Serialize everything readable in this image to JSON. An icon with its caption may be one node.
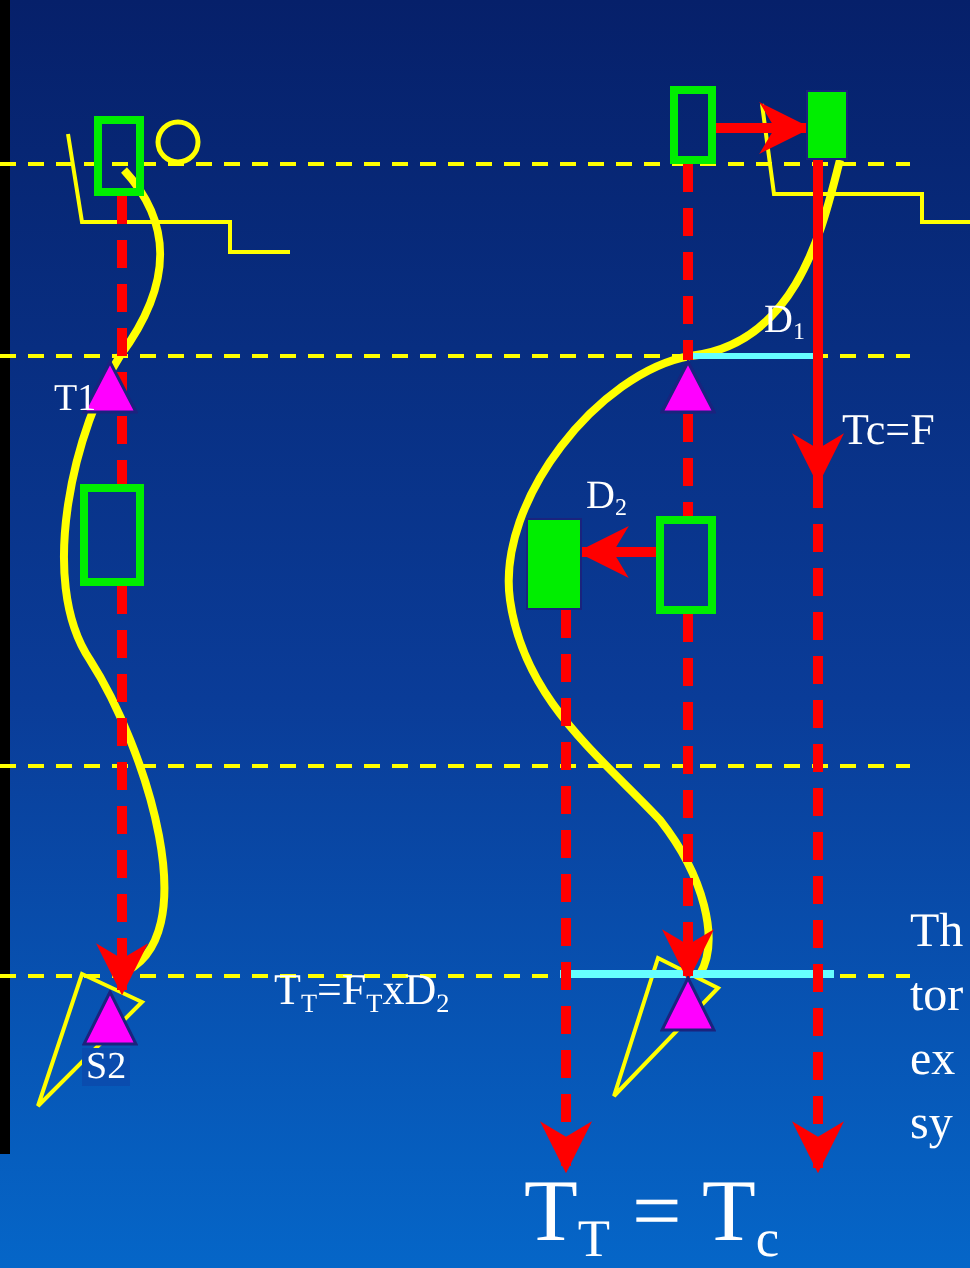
{
  "diagram": {
    "nodes": [
      {
        "text": [],
        "shape": "box"
      },
      {
        "text": [],
        "shape": "box"
      },
      {
        "text": [],
        "shape": "triangle",
        "beside": [
          "T1"
        ]
      },
      {
        "text": [],
        "shape": "triangle",
        "beside": [
          "S2"
        ]
      },
      {
        "text": [],
        "shape": "box"
      },
      {
        "text": [],
        "shape": "filled-box"
      },
      {
        "text": [],
        "shape": "triangle"
      },
      {
        "text": [],
        "shape": "box"
      },
      {
        "text": [],
        "shape": "filled-box"
      },
      {
        "text": [],
        "shape": "triangle"
      },
      {
        "text": [
          "T$_{T}$ = T$_{c}$"
        ]
      }
    ],
    "edges": [
      {
        "from": 0,
        "to": 1,
        "arrow": "none",
        "style": "dashed"
      },
      {
        "from": 1,
        "to": 3,
        "arrow": "to",
        "style": "dashed"
      },
      {
        "from": 4,
        "to": 6,
        "arrow": "none",
        "style": "dashed"
      },
      {
        "from": 6,
        "to": 7,
        "arrow": "none",
        "style": "dashed"
      },
      {
        "from": 7,
        "to": 9,
        "arrow": "to",
        "style": "dashed"
      },
      {
        "from": 4,
        "to": 5,
        "arrow": "to"
      },
      {
        "from": 5,
        "to": null,
        "arrow": "to"
      },
      {
        "from": null,
        "to": 10,
        "arrow": "to",
        "style": "dashed"
      },
      {
        "from": 7,
        "to": 8,
        "arrow": "to"
      },
      {
        "from": 8,
        "to": 10,
        "arrow": "to",
        "style": "dashed"
      }
    ],
    "labels": [
      "D$_{1}$",
      "Tc=F",
      "D$_{2}$",
      "Th tor ex sy",
      "T$_{T}$=F$_{T}$xD$_{2}$"
    ]
  }
}
